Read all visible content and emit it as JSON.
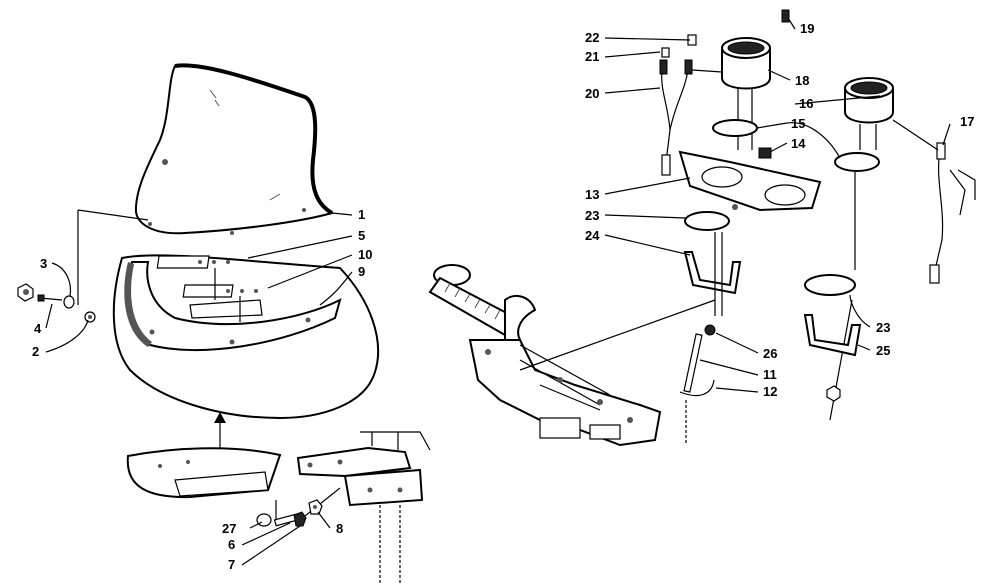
{
  "callouts": [
    {
      "id": "c1",
      "label": "1"
    },
    {
      "id": "c2",
      "label": "2"
    },
    {
      "id": "c3",
      "label": "3"
    },
    {
      "id": "c4",
      "label": "4"
    },
    {
      "id": "c5",
      "label": "5"
    },
    {
      "id": "c6",
      "label": "6"
    },
    {
      "id": "c7",
      "label": "7"
    },
    {
      "id": "c8",
      "label": "8"
    },
    {
      "id": "c9",
      "label": "9"
    },
    {
      "id": "c10",
      "label": "10"
    },
    {
      "id": "c11",
      "label": "11"
    },
    {
      "id": "c12",
      "label": "12"
    },
    {
      "id": "c13",
      "label": "13"
    },
    {
      "id": "c14",
      "label": "14"
    },
    {
      "id": "c15",
      "label": "15"
    },
    {
      "id": "c16",
      "label": "16"
    },
    {
      "id": "c17",
      "label": "17"
    },
    {
      "id": "c18",
      "label": "18"
    },
    {
      "id": "c19",
      "label": "19"
    },
    {
      "id": "c20",
      "label": "20"
    },
    {
      "id": "c21",
      "label": "21"
    },
    {
      "id": "c22",
      "label": "22"
    },
    {
      "id": "c23a",
      "label": "23"
    },
    {
      "id": "c23b",
      "label": "23"
    },
    {
      "id": "c24",
      "label": "24"
    },
    {
      "id": "c25",
      "label": "25"
    },
    {
      "id": "c26",
      "label": "26"
    },
    {
      "id": "c27",
      "label": "27"
    }
  ]
}
